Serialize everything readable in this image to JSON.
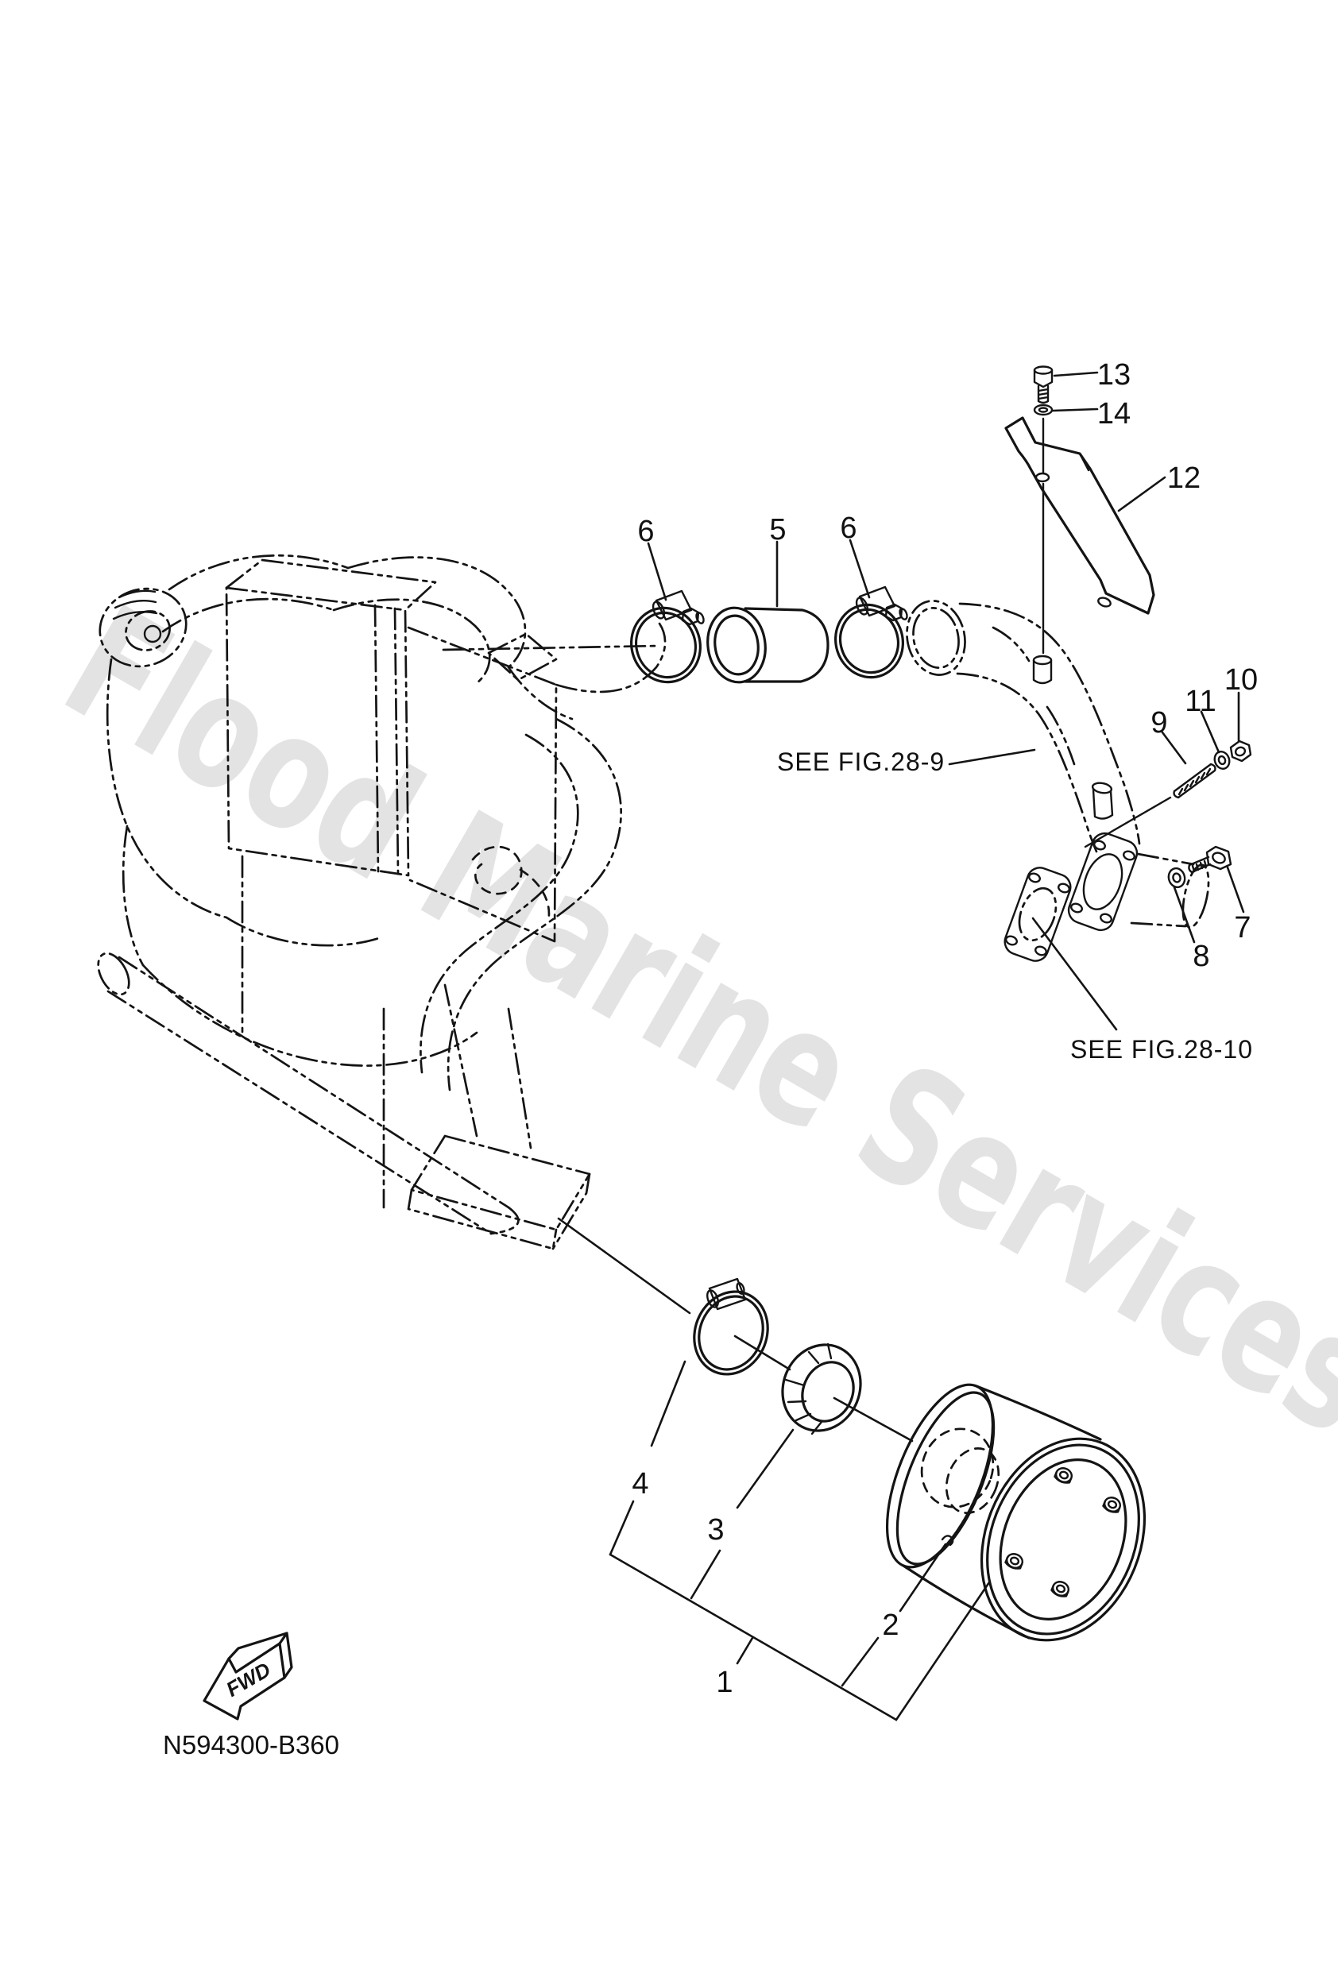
{
  "page": {
    "background": "#ffffff",
    "line_color": "#141414",
    "watermark_color": "#e3e3e3"
  },
  "watermark": {
    "text": "Flood Marine Services"
  },
  "drawing_number": "N594300-B360",
  "orientation_marker": {
    "label": "FWD"
  },
  "references": [
    {
      "label": "SEE FIG.28-9"
    },
    {
      "label": "SEE FIG.28-10"
    }
  ],
  "callouts": {
    "c1": "1",
    "c2": "2",
    "c3": "3",
    "c4": "4",
    "c5": "5",
    "c6a": "6",
    "c6b": "6",
    "c7": "7",
    "c8": "8",
    "c9": "9",
    "c10": "10",
    "c11": "11",
    "c12": "12",
    "c13": "13",
    "c14": "14"
  }
}
